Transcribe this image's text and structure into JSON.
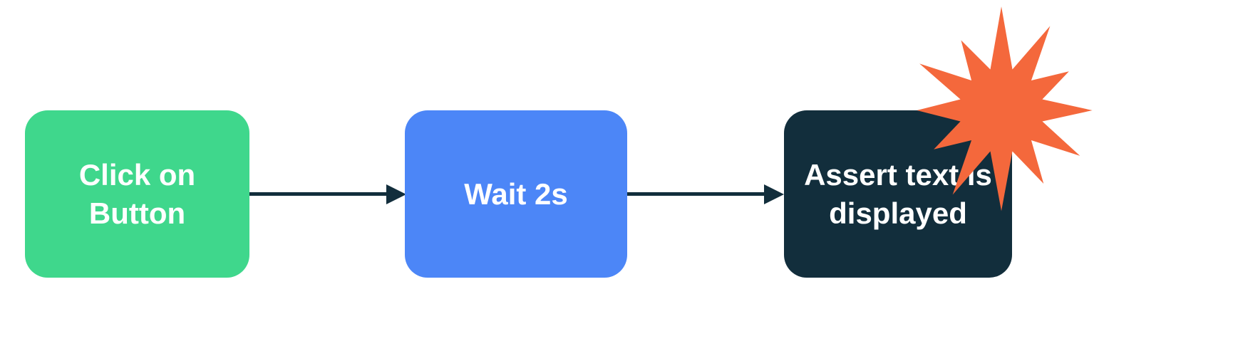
{
  "diagram": {
    "title": "",
    "background_color": "#FFFFFF",
    "arrow_color": "#122E3C",
    "nodes": [
      {
        "id": "click-on-button",
        "label": "Click on Button",
        "color": "#3FD78C",
        "text_color": "#FFFFFF",
        "shape": "rounded-rectangle"
      },
      {
        "id": "wait-2s",
        "label": "Wait 2s",
        "color": "#4C86F7",
        "text_color": "#FFFFFF",
        "shape": "rounded-rectangle"
      },
      {
        "id": "assert-text-displayed",
        "label": "Assert text is displayed",
        "color": "#122E3C",
        "text_color": "#FFFFFF",
        "shape": "rounded-rectangle"
      }
    ],
    "edges": [
      {
        "from": "click-on-button",
        "to": "wait-2s",
        "style": "solid-arrow"
      },
      {
        "from": "wait-2s",
        "to": "assert-text-displayed",
        "style": "solid-arrow"
      }
    ],
    "decorations": [
      {
        "type": "starburst",
        "color": "#F4683C",
        "position": "top-right corner of assert-text node"
      }
    ]
  }
}
